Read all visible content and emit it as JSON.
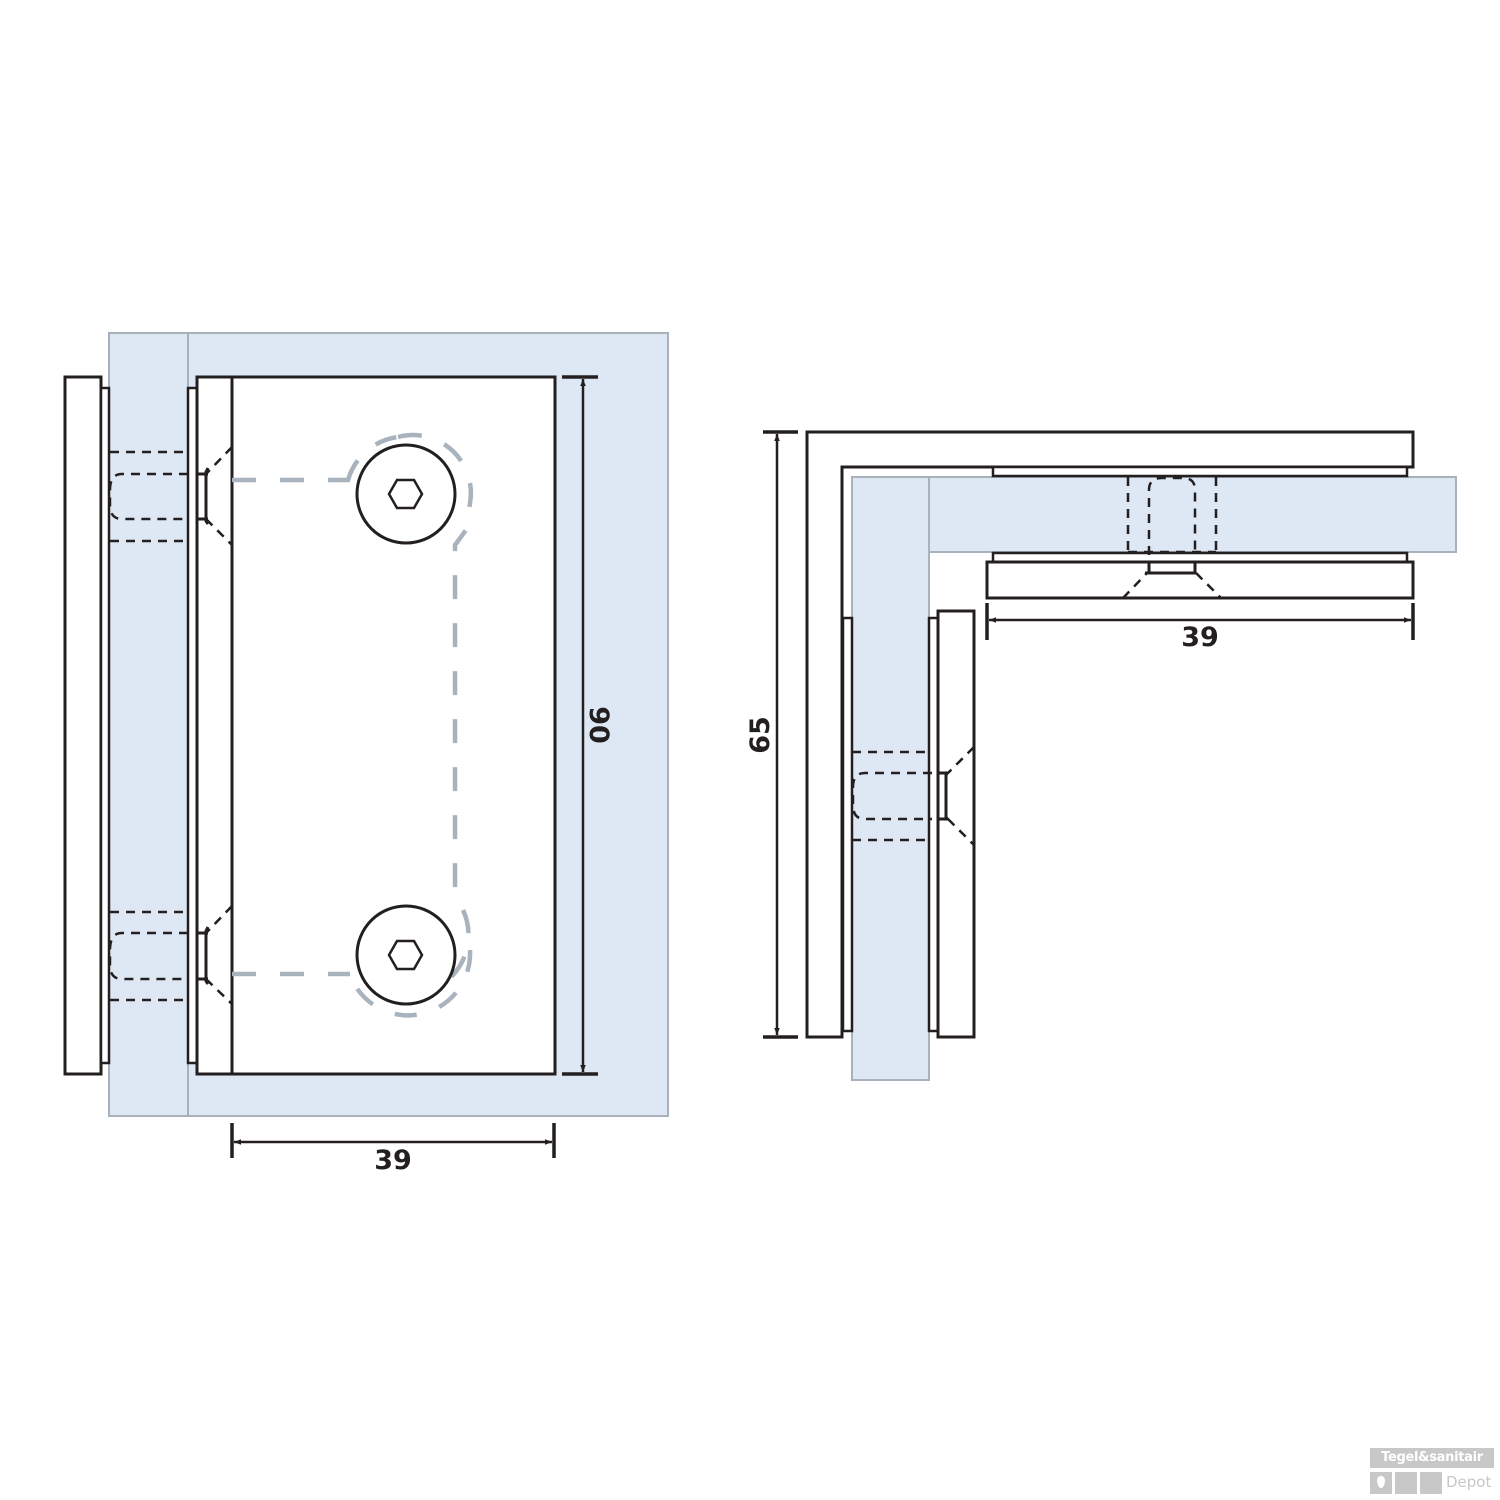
{
  "drawing": {
    "title": "Glass-to-glass 90° shower hinge / clamp technical drawing",
    "units": "mm",
    "colors": {
      "line": "#231f20",
      "glass_fill": "#dee8f5",
      "glass_edge": "#a9b1bb",
      "hidden_line_grey": "#a9b3be"
    },
    "front_view": {
      "dimensions": {
        "height_label": "90",
        "width_label": "39"
      }
    },
    "top_view": {
      "dimensions": {
        "depth_label": "65",
        "width_label": "39"
      }
    }
  },
  "watermark": {
    "brand_line1": "Tegel&sanitair",
    "brand_line2": "Depot"
  }
}
